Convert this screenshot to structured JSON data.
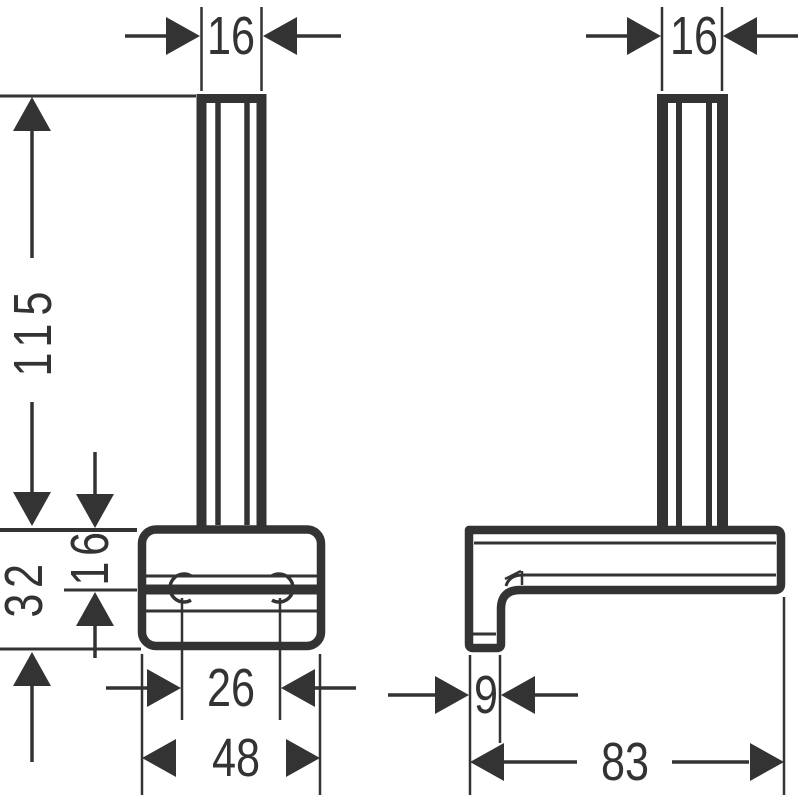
{
  "drawing": {
    "description": "Technical dimension drawing, two orthographic views of a spare toilet roll holder (vertical rod on wall-mount plate)",
    "line_color": "#333333",
    "background_color": "#ffffff",
    "views": {
      "front_view": "left view: vertical rod on rounded mounting plate with two spring clips",
      "side_view": "right view: L-shaped wall bracket profile with vertical rod"
    },
    "dims": {
      "rod_width_front": "16",
      "rod_width_side": "16",
      "rod_height": "115",
      "plate_height": "32",
      "plate_upper_height": "16",
      "clip_distance": "26",
      "plate_width": "48",
      "wall_plate_thickness": "9",
      "total_depth": "83"
    }
  }
}
